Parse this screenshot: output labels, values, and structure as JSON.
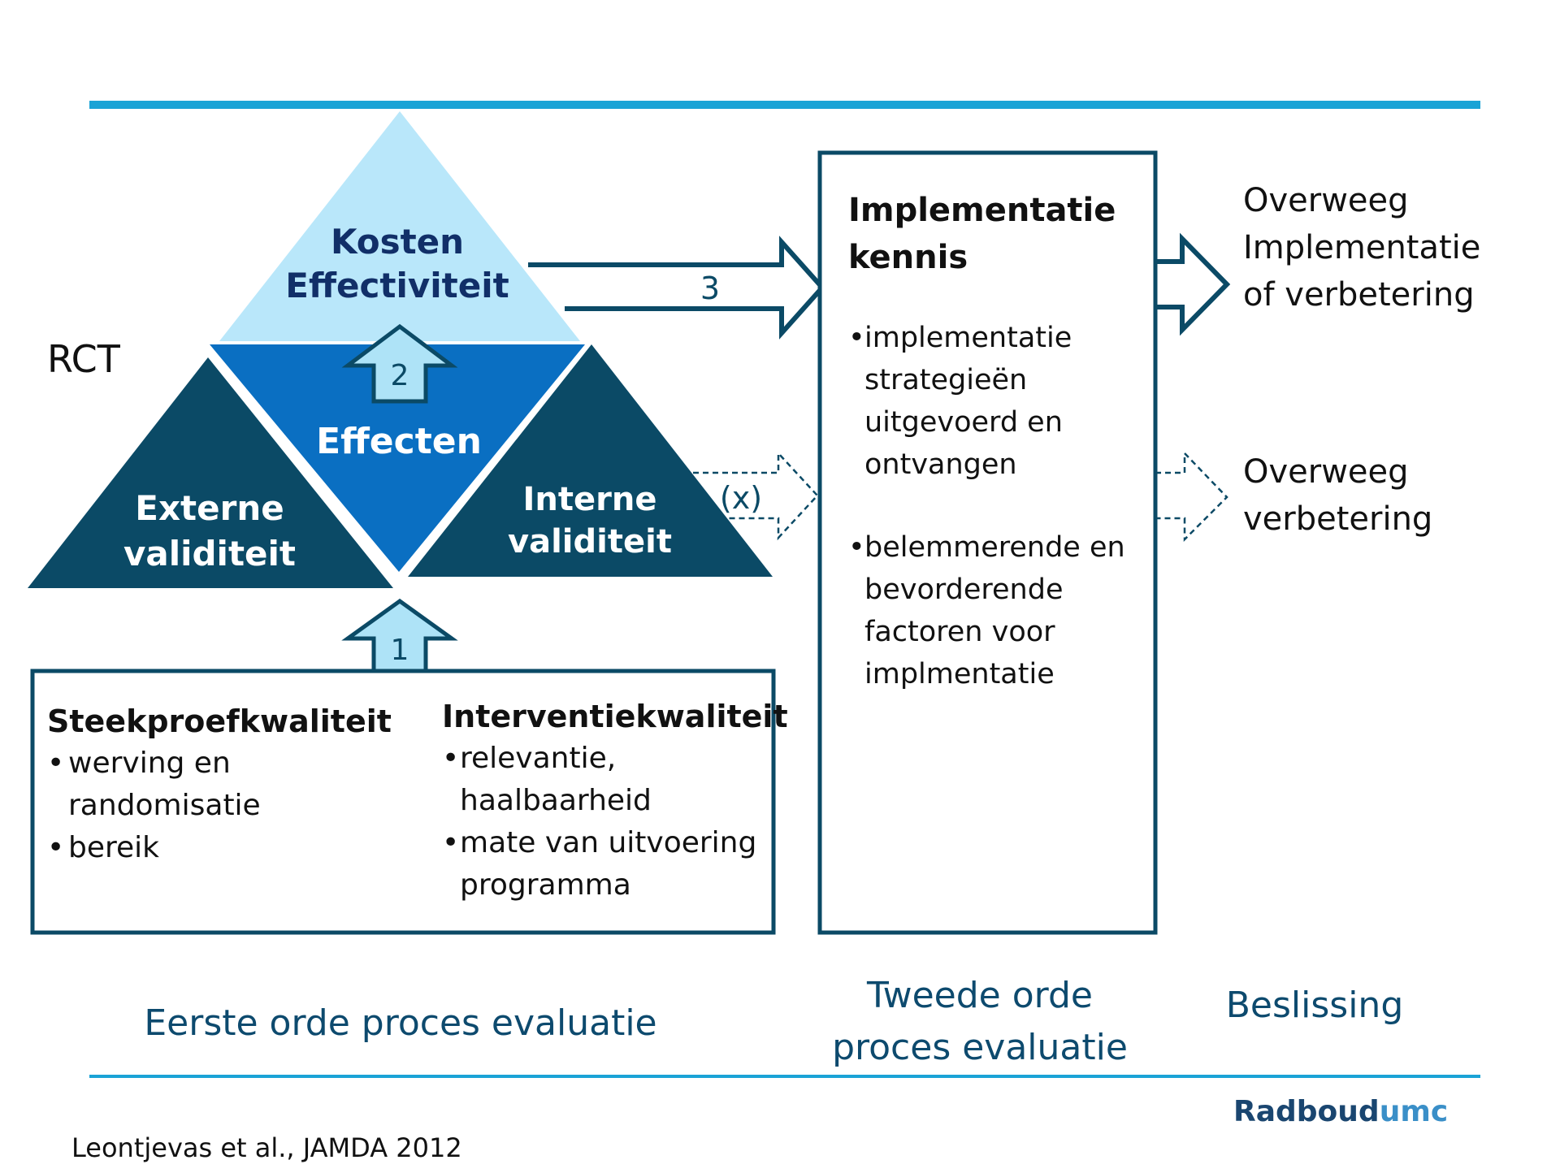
{
  "rct_label": "RCT",
  "pyramid": {
    "top": [
      "Kosten",
      "Effectiviteit"
    ],
    "center": "Effecten",
    "left": [
      "Externe",
      "validiteit"
    ],
    "right": [
      "Interne",
      "validiteit"
    ]
  },
  "arrows": {
    "one": "1",
    "two": "2",
    "three": "3",
    "x": "(x)"
  },
  "quality_box": {
    "sample": {
      "title": "Steekproefkwaliteit",
      "items": [
        "werving en randomisatie",
        "bereik"
      ]
    },
    "intervention": {
      "title": "Interventiekwaliteit",
      "items": [
        [
          "relevantie,",
          "haalbaarheid"
        ],
        [
          "mate van uitvoering",
          "programma"
        ]
      ]
    }
  },
  "impl_box": {
    "title": [
      "Implementatie",
      "kennis"
    ],
    "items": [
      [
        "implementatie",
        "strategieën",
        "uitgevoerd en",
        "ontvangen"
      ],
      [
        "belemmerende en",
        "bevorderende",
        "factoren voor",
        "implmentatie"
      ]
    ]
  },
  "decisions": {
    "first": [
      "Overweeg",
      "Implementatie",
      "of verbetering"
    ],
    "second": [
      "Overweeg",
      "verbetering"
    ]
  },
  "footer_labels": {
    "first_order": "Eerste orde proces evaluatie",
    "second_order": [
      "Tweede orde",
      "proces evaluatie"
    ],
    "decision": "Beslissing"
  },
  "logo": {
    "part1": "Radboud",
    "part2": "umc"
  },
  "citation": "Leontjevas et al., JAMDA 2012",
  "colors": {
    "rule": "#1aa3d6",
    "light_blue": "#b9e7fa",
    "mid_blue": "#0a6fc2",
    "dark_teal": "#0b4a66",
    "navy_text": "#112f68",
    "label_teal": "#0d4a6e",
    "arrow_fill": "#aee3f7",
    "logo_main": "#1a4670",
    "logo_umc": "#3a8fc8"
  }
}
